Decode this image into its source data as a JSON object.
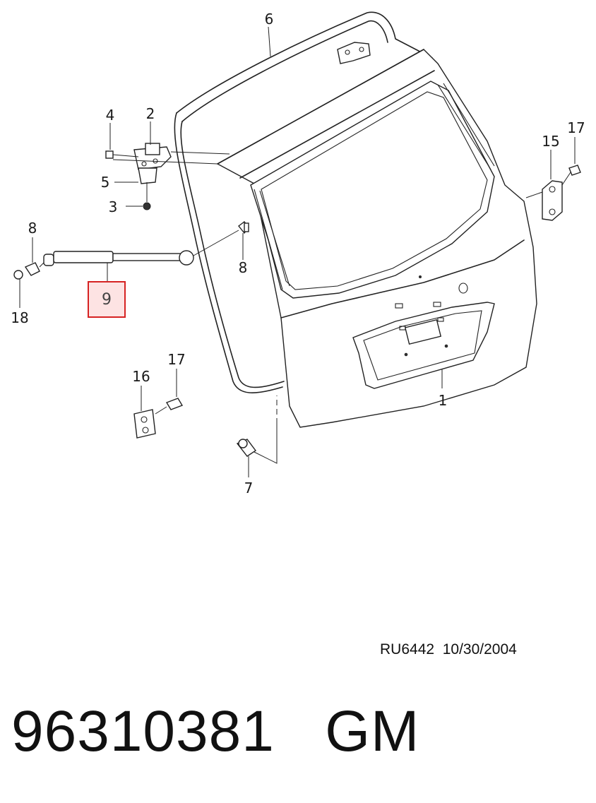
{
  "diagram": {
    "callouts": [
      "1",
      "2",
      "3",
      "4",
      "5",
      "6",
      "7",
      "8",
      "8",
      "9",
      "15",
      "16",
      "17",
      "17",
      "18"
    ],
    "highlighted_callout": "9",
    "highlight_color": "#d62222",
    "highlight_fill": "#fde3e3"
  },
  "footer": {
    "reference": "RU6442  10/30/2004",
    "part_number": "96310381",
    "brand": "GM"
  }
}
